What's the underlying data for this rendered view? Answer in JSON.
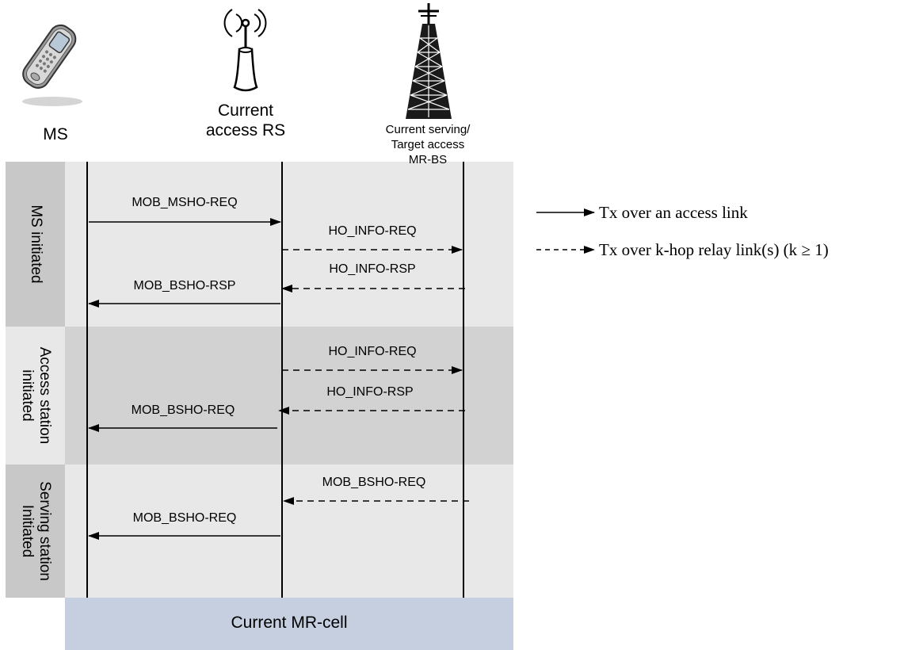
{
  "entities": {
    "ms": "MS",
    "rs_line1": "Current",
    "rs_line2": "access RS",
    "bs_line1": "Current serving/",
    "bs_line2": "Target access",
    "bs_line3": "MR-BS"
  },
  "sections": {
    "ms_initiated": "MS initiated",
    "access_line1": "Access station",
    "access_line2": "initiated",
    "serving_line1": "Serving station",
    "serving_line2": "Initiated"
  },
  "messages": [
    {
      "label": "MOB_MSHO-REQ",
      "from": "MS",
      "to": "Current access RS",
      "style": "solid"
    },
    {
      "label": "HO_INFO-REQ",
      "from": "Current access RS",
      "to": "MR-BS",
      "style": "dashed"
    },
    {
      "label": "HO_INFO-RSP",
      "from": "MR-BS",
      "to": "Current access RS",
      "style": "dashed"
    },
    {
      "label": "MOB_BSHO-RSP",
      "from": "Current access RS",
      "to": "MS",
      "style": "solid"
    },
    {
      "label": "HO_INFO-REQ",
      "from": "Current access RS",
      "to": "MR-BS",
      "style": "dashed"
    },
    {
      "label": "HO_INFO-RSP",
      "from": "MR-BS",
      "to": "Current access RS",
      "style": "dashed"
    },
    {
      "label": "MOB_BSHO-REQ",
      "from": "Current access RS",
      "to": "MS",
      "style": "solid"
    },
    {
      "label": "MOB_BSHO-REQ",
      "from": "MR-BS",
      "to": "Current access RS",
      "style": "dashed"
    },
    {
      "label": "MOB_BSHO-REQ",
      "from": "Current access RS",
      "to": "MS",
      "style": "solid"
    }
  ],
  "cell_label": "Current MR-cell",
  "legend": {
    "solid": "Tx over an access link",
    "dashed": "Tx over k-hop relay link(s) (k ≥ 1)"
  },
  "colors": {
    "panel_light": "#e8e8e8",
    "panel_dark": "#d2d2d2",
    "cell_bar": "#c5cfe0",
    "line": "#000000"
  },
  "icons": [
    "mobile-phone-icon",
    "relay-antenna-icon",
    "base-station-tower-icon"
  ]
}
